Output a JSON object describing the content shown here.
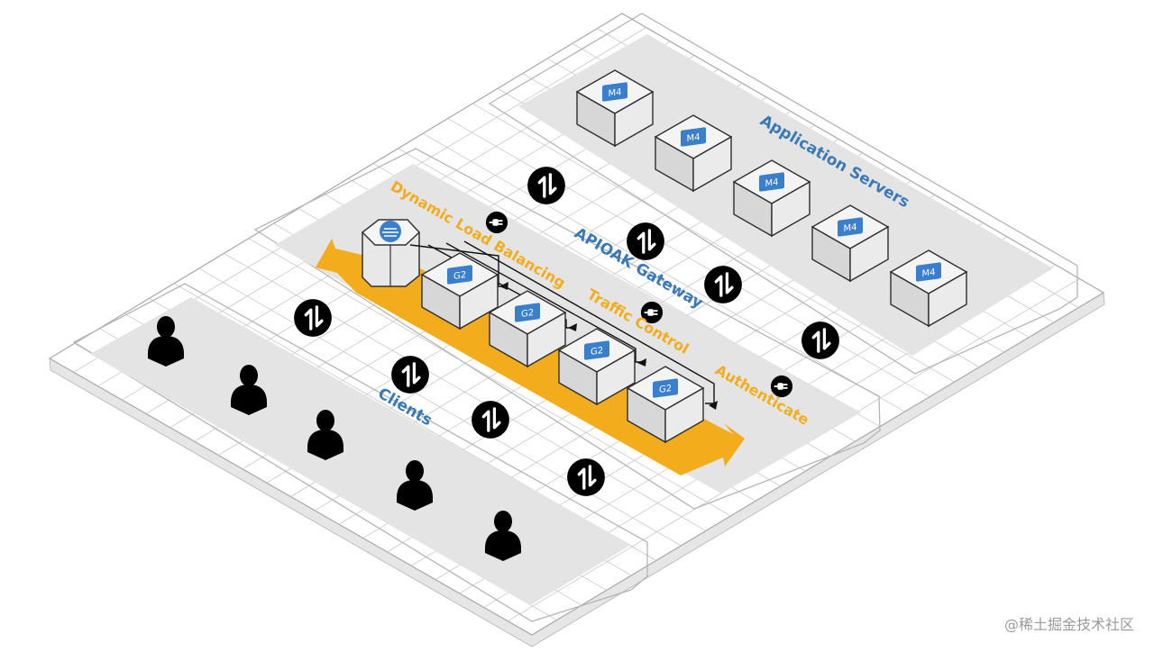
{
  "labels": {
    "application_servers": "Application Servers",
    "gateway": "APIOAK Gateway",
    "clients": "Clients",
    "dynamic_load_balancing": "Dynamic Load Balancing",
    "traffic_control": "Traffic Control",
    "authenticate": "Authenticate"
  },
  "nodes": {
    "server_badge": "M4",
    "gateway_badge": "G2",
    "server_count": 5,
    "gateway_node_count": 4,
    "client_count": 5,
    "connection_icon_count": 8
  },
  "colors": {
    "blue_label": "#3a79b8",
    "orange": "#f3ad1c",
    "badge_blue": "#3a7fcb",
    "icon_black": "#000000",
    "zone": "#e4e4e4",
    "grid": "#c9c9c9"
  },
  "watermark": "@稀土掘金技术社区"
}
